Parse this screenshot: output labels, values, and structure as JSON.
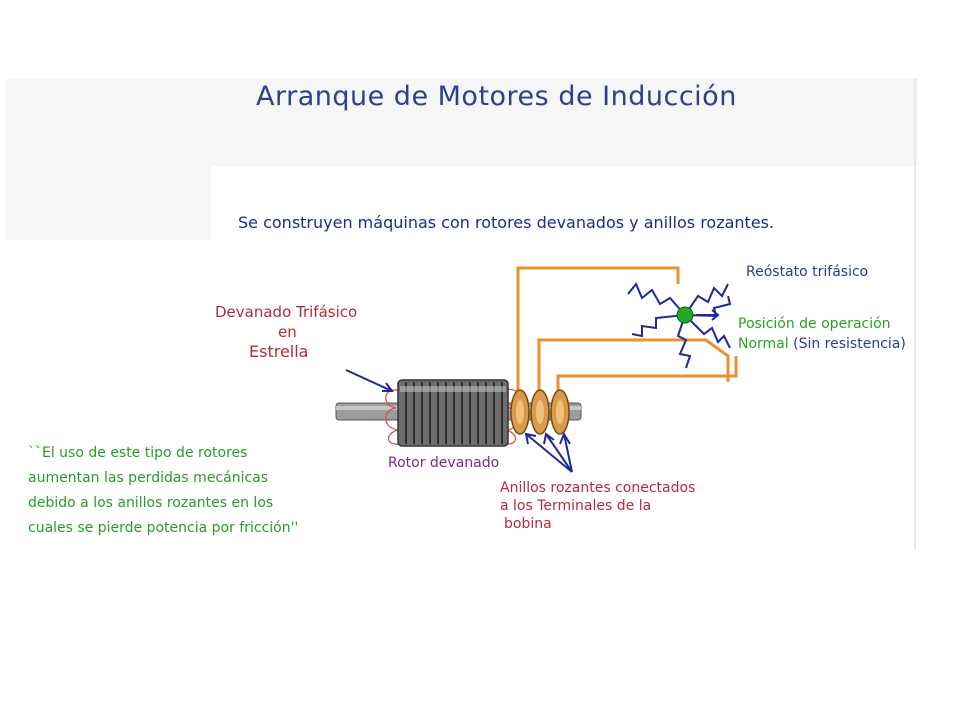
{
  "slide": {
    "title": "Arranque de Motores de Inducción",
    "subtitle": "Se construyen máquinas con rotores devanados y anillos rozantes."
  },
  "labels": {
    "devanado_line1": "Devanado Trifásico",
    "devanado_line2": "en",
    "devanado_line3": "Estrella",
    "reostato": "Reóstato trifásico",
    "posicion_line1": "Posición de operación",
    "posicion_line2_a": "Normal",
    "posicion_line2_b": "(Sin resistencia)",
    "rotor": "Rotor devanado",
    "anillos_line1": "Anillos rozantes conectados",
    "anillos_line2": "a los Terminales de la",
    "anillos_line3": "bobina"
  },
  "quote": {
    "line1": "``El uso de este tipo de rotores",
    "line2": "aumentan las perdidas mecánicas",
    "line3": "debido a los anillos rozantes en los",
    "line4": "cuales se pierde potencia por fricción''"
  },
  "colors": {
    "title": "#2f3f8f",
    "wire": "#e8912e",
    "rheostat": "#1f2a9a",
    "neutral_dot": "#22aa22",
    "label_red": "#b52a3a",
    "label_green": "#2ca023",
    "label_purple": "#7a2a8a"
  }
}
